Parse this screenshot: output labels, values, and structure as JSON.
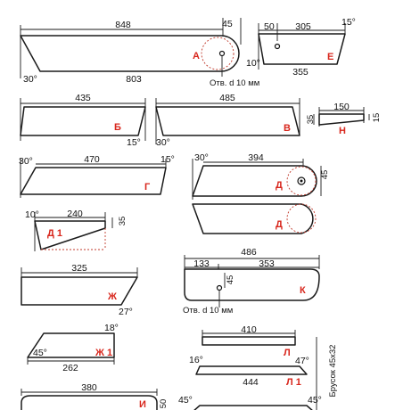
{
  "colors": {
    "outline": "#1a1a1a",
    "label": "#d8261c",
    "guide": "#c0392b"
  },
  "parts": {
    "A": {
      "label": "А",
      "top": "848",
      "right_w": "45",
      "bottom": "803",
      "angle": "30°",
      "hole": "Отв. d 10 мм"
    },
    "E": {
      "label": "Е",
      "top_l": "50",
      "top": "305",
      "angle_r": "15°",
      "angle_l": "10°",
      "bottom": "355"
    },
    "B": {
      "label": "Б",
      "top": "435",
      "angle": "15°"
    },
    "V": {
      "label": "В",
      "top": "485",
      "angle": "30°"
    },
    "N": {
      "label": "Н",
      "top": "150",
      "h_l": "35",
      "h_r": "15"
    },
    "G": {
      "label": "Г",
      "angle_l": "30°",
      "top": "470",
      "angle_r": "15°"
    },
    "D": {
      "label": "Д",
      "angle": "30°",
      "top": "394",
      "h": "45"
    },
    "D2": {
      "label": "Д"
    },
    "D1": {
      "label": "Д 1",
      "angle": "10°",
      "top": "240",
      "h": "35"
    },
    "K": {
      "label": "К",
      "top": "486",
      "left": "133",
      "right": "353",
      "h": "45",
      "hole": "Отв. d 10 мм"
    },
    "ZH": {
      "label": "Ж",
      "top": "325",
      "angle": "27°"
    },
    "ZH1": {
      "label": "Ж 1",
      "angle_r": "18°",
      "angle_l": "45°",
      "bottom": "262"
    },
    "L": {
      "label": "Л",
      "top": "410"
    },
    "L1": {
      "label": "Л 1",
      "angle_l": "16°",
      "angle_r": "47°",
      "bottom": "444"
    },
    "I": {
      "label": "И",
      "top": "380",
      "h": "50"
    },
    "bottom": {
      "angle_l": "45°",
      "angle_r": "45°"
    },
    "beam": {
      "text": "Брусок 45х32"
    }
  }
}
